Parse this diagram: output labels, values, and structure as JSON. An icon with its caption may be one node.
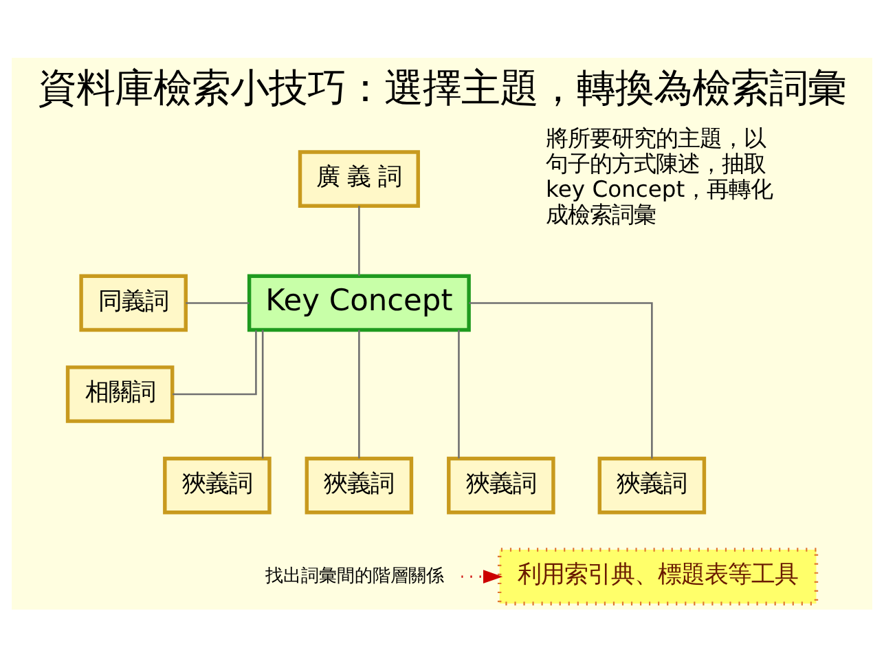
{
  "diagram": {
    "title": "資料庫檢索小技巧：選擇主題，轉換為檢索詞彙",
    "nodes": [
      {
        "text": [
          "廣 義 詞"
        ]
      },
      {
        "text": [
          "同義詞"
        ]
      },
      {
        "text": [
          "Key Concept"
        ]
      },
      {
        "text": [
          "相關詞"
        ]
      },
      {
        "text": [
          "狹義詞"
        ]
      },
      {
        "text": [
          "狹義詞"
        ]
      },
      {
        "text": [
          "狹義詞"
        ]
      },
      {
        "text": [
          "狹義詞"
        ]
      },
      {
        "text": [
          "找出詞彙間的階層關係"
        ]
      },
      {
        "text": [
          "利用索引典、標題表等工具"
        ]
      }
    ],
    "edges": [
      {
        "from": 0,
        "to": 2,
        "arrow": "none"
      },
      {
        "from": 1,
        "to": 2,
        "arrow": "none"
      },
      {
        "from": 3,
        "to": 2,
        "arrow": "none"
      },
      {
        "from": 2,
        "to": 4,
        "arrow": "none"
      },
      {
        "from": 2,
        "to": 5,
        "arrow": "none"
      },
      {
        "from": 2,
        "to": 6,
        "arrow": "none"
      },
      {
        "from": 2,
        "to": 7,
        "arrow": "none"
      },
      {
        "from": 8,
        "to": 9,
        "arrow": "to",
        "style": "dashed",
        "color": "#cc0000"
      }
    ],
    "labels": [
      "將所要研究的主題，以句子的方式陳述，抽取key Concept，再轉化成檢索詞彙"
    ]
  }
}
